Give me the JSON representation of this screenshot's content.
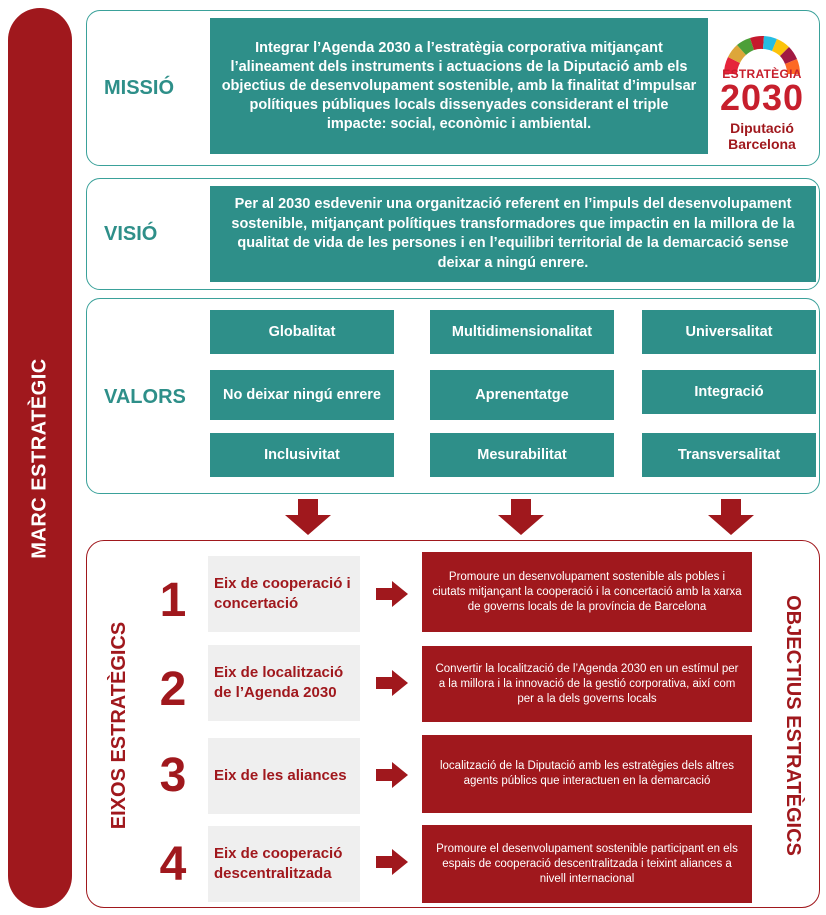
{
  "side_label": "MARC ESTRATÈGIC",
  "colors": {
    "teal": "#2e8f89",
    "red": "#a0181d",
    "grey_box": "#efefef"
  },
  "mission": {
    "label": "MISSIÓ",
    "text": "Integrar l’Agenda 2030 a l’estratègia corporativa mitjançant l’alineament dels instruments i actuacions de la Diputació amb els objectius de desenvolupament sostenible, amb la finalitat d’impulsar polítiques públiques locals dissenyades considerant el triple impacte: social, econòmic i ambiental."
  },
  "logo": {
    "line1": "ESTRATÈGIA",
    "line2": "2030",
    "line3": "Diputació",
    "line4": "Barcelona"
  },
  "vision": {
    "label": "VISIÓ",
    "text": "Per al 2030 esdevenir una organització referent en l’impuls del desenvolupament sostenible, mitjançant polítiques transformadores que impactin en la millora de la qualitat de vida de les persones i en l’equilibri territorial de la demarcació sense deixar a ningú enrere."
  },
  "values": {
    "label": "VALORS",
    "items": [
      "Globalitat",
      "Multidimensionalitat",
      "Universalitat",
      "No deixar ningú enrere",
      "Aprenentatge",
      "Integració",
      "Inclusivitat",
      "Mesurabilitat",
      "Transversalitat"
    ]
  },
  "axes_label": "EIXOS ESTRATÈGICS",
  "objectives_label": "OBJECTIUS ESTRATÈGICS",
  "axes": [
    {
      "num": "1",
      "name": "Eix de cooperació i concertació",
      "objective": "Promoure un desenvolupament sostenible als pobles i ciutats mitjançant la cooperació i la concertació amb la xarxa de governs locals de la província de Barcelona"
    },
    {
      "num": "2",
      "name": "Eix de localització de l’Agenda 2030",
      "objective": "Convertir la localització de l’Agenda 2030 en un estímul per a la millora i la innovació de la gestió corporativa, així com per a la dels governs locals"
    },
    {
      "num": "3",
      "name": "Eix de les aliances",
      "objective": "localització de la Diputació amb les estratègies dels altres agents públics que interactuen en la demarcació"
    },
    {
      "num": "4",
      "name": "Eix de cooperació descentralitzada",
      "objective": "Promoure el desenvolupament sostenible participant en els espais de cooperació descentralitzada i teixint aliances a nivell internacional"
    }
  ]
}
